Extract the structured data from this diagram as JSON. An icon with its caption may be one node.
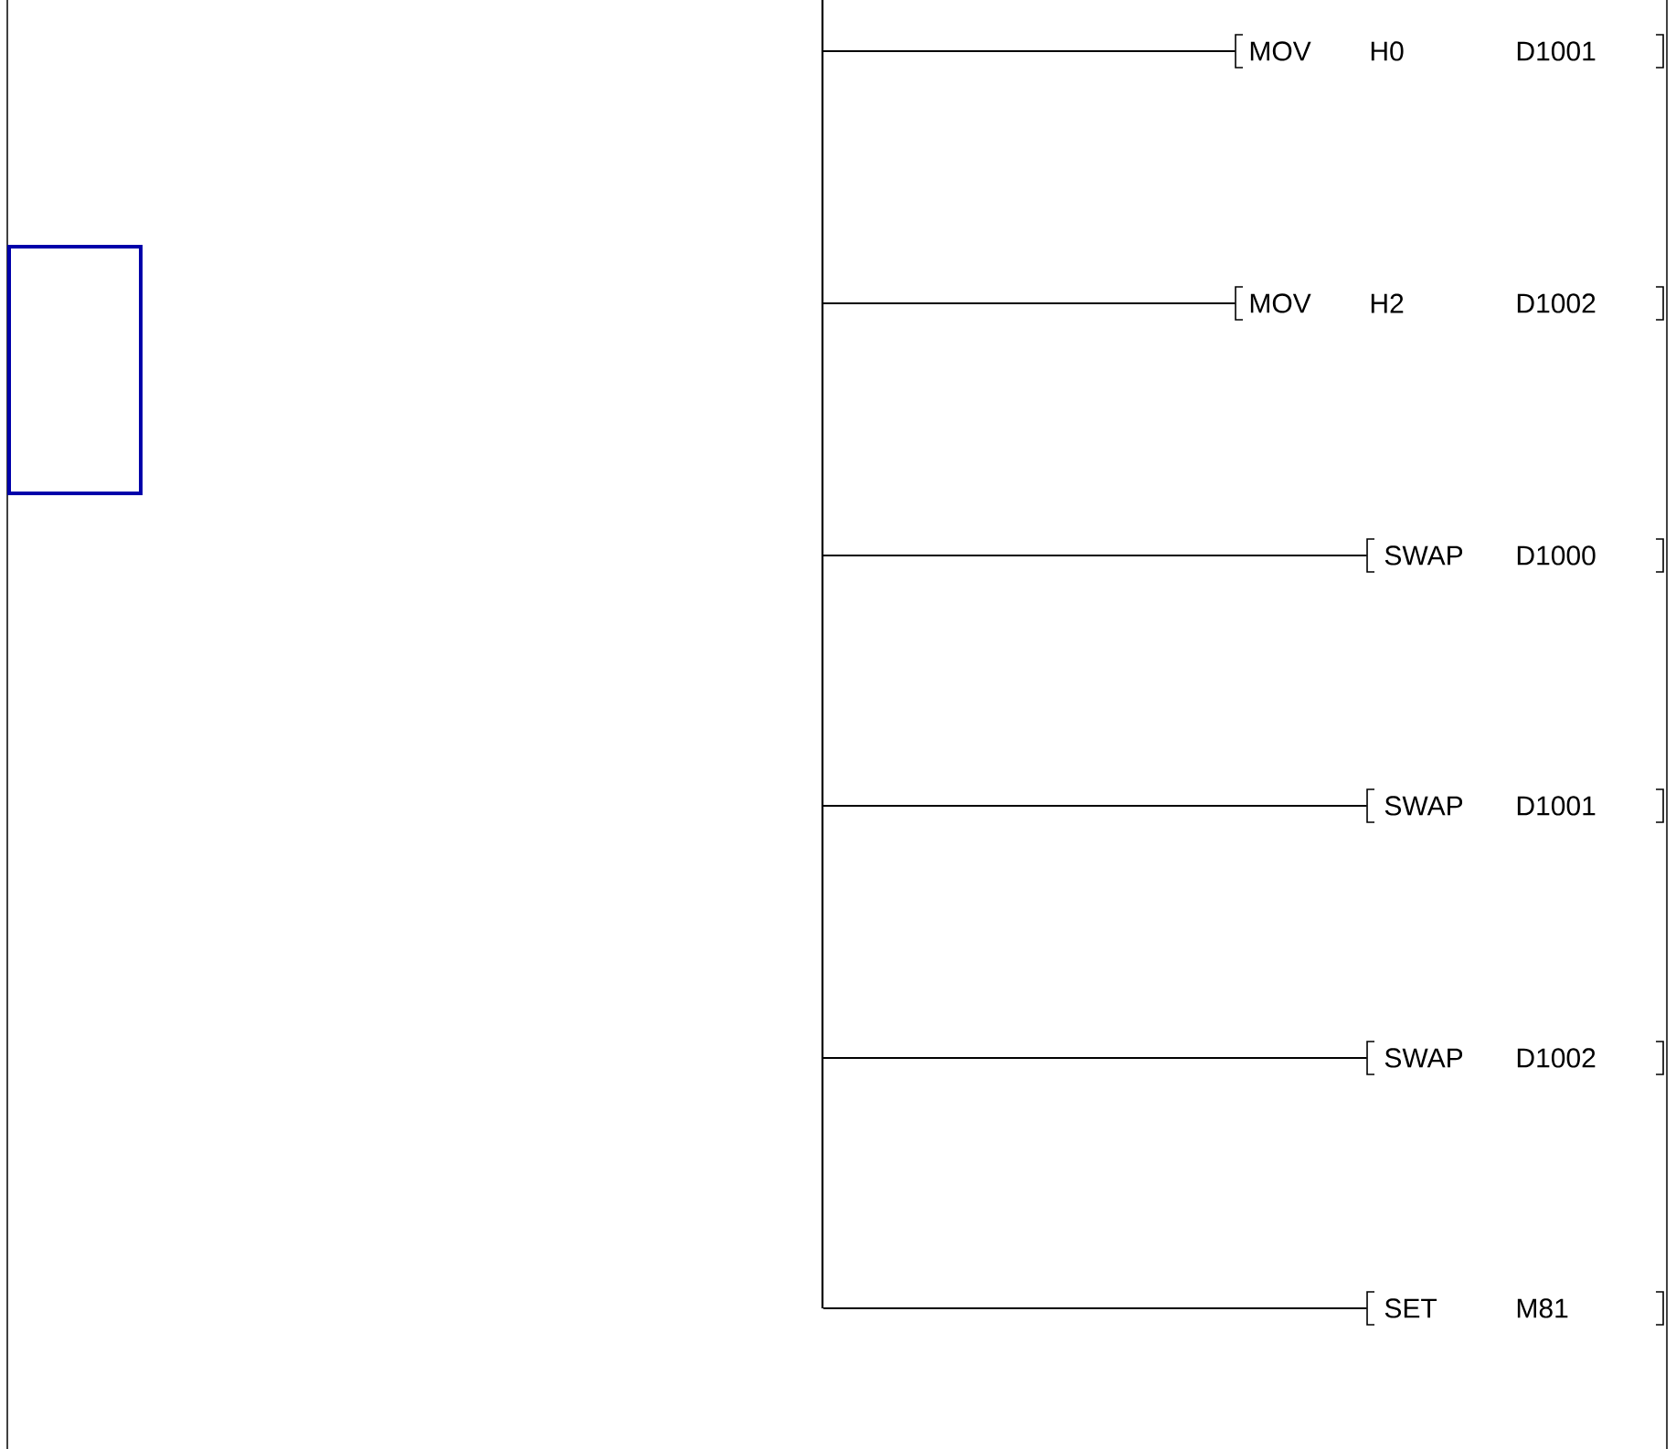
{
  "diagram": {
    "nodes": [
      {
        "text": [],
        "shape": "box"
      },
      {
        "text": [],
        "shape": "bar"
      },
      {
        "text": [
          "MOV",
          "H0",
          "D1001"
        ]
      },
      {
        "text": [
          "MOV",
          "H2",
          "D1002"
        ]
      },
      {
        "text": [
          "SWAP",
          "D1000"
        ]
      },
      {
        "text": [
          "SWAP",
          "D1001"
        ]
      },
      {
        "text": [
          "SWAP",
          "D1002"
        ]
      },
      {
        "text": [
          "SET",
          "M81"
        ]
      }
    ],
    "edges": [
      {
        "from": 1,
        "to": 2,
        "arrow": "none"
      },
      {
        "from": 1,
        "to": 3,
        "arrow": "none"
      },
      {
        "from": 1,
        "to": 4,
        "arrow": "none"
      },
      {
        "from": 1,
        "to": 5,
        "arrow": "none"
      },
      {
        "from": 1,
        "to": 6,
        "arrow": "none"
      },
      {
        "from": 1,
        "to": 7,
        "arrow": "none"
      }
    ]
  }
}
